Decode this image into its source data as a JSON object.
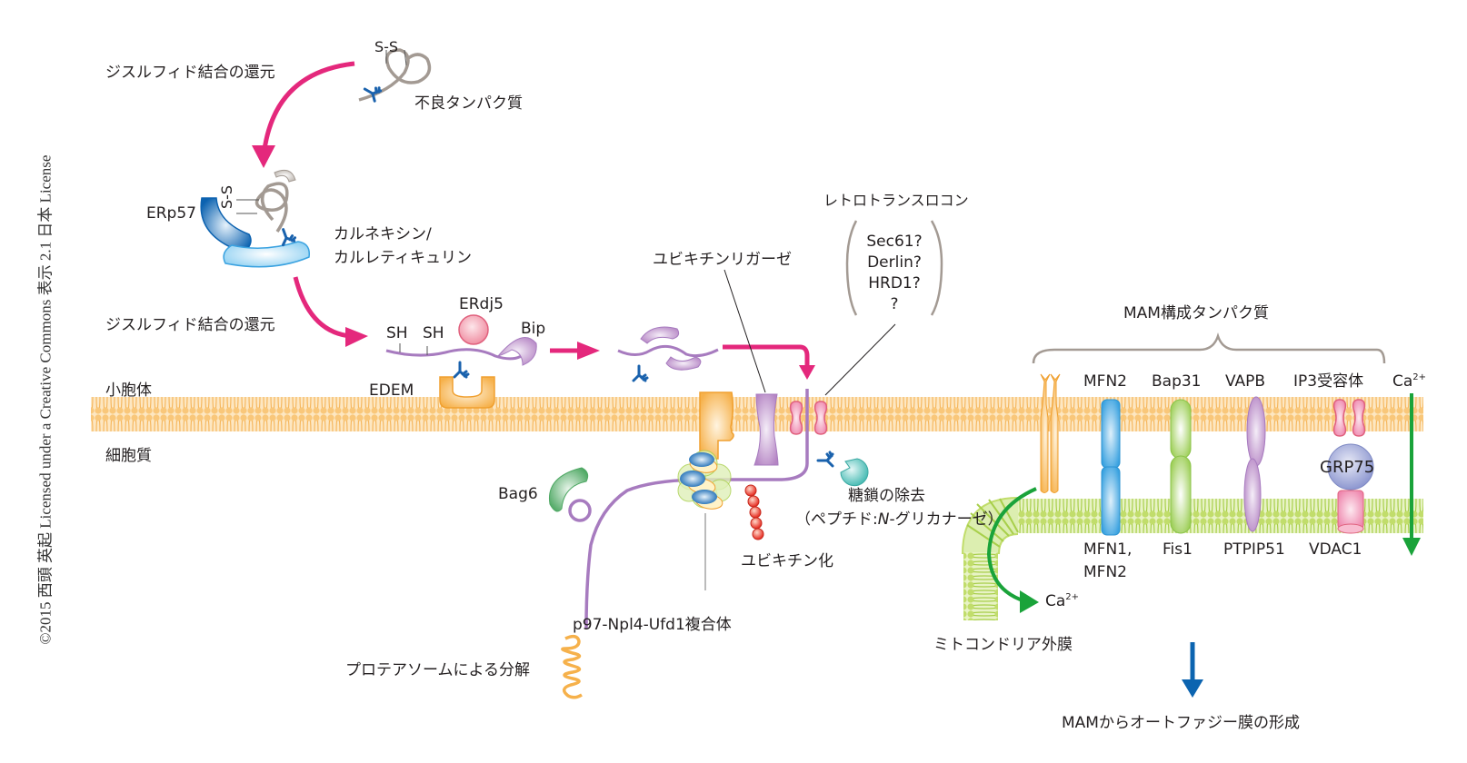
{
  "copyright": "©2015 西頭 英起 Licensed under a Creative Commons 表示 2.1 日本 License",
  "labels": {
    "disulfide_reduction_1": "ジスルフィド結合の還元",
    "disulfide_reduction_2": "ジスルフィド結合の還元",
    "misfolded_protein": "不良タンパク質",
    "ss_top": "S-S",
    "ss_middle": "S-S",
    "erp57": "ERp57",
    "calnexin": "カルネキシン/",
    "calreticulin": "カルレティキュリン",
    "erdj5": "ERdj5",
    "sh1": "SH",
    "sh2": "SH",
    "bip": "Bip",
    "edem": "EDEM",
    "er_lumen": "小胞体",
    "cytoplasm": "細胞質",
    "ubiquitin_ligase": "ユビキチンリガーゼ",
    "retrotranslocon": "レトロトランスロコン",
    "translocon_candidates": [
      "Sec61?",
      "Derlin?",
      "HRD1?",
      "?"
    ],
    "bag6": "Bag6",
    "deglycosylation": "糖鎖の除去",
    "pngase_prefix": "（ペプチド:",
    "pngase_italic": "N",
    "pngase_suffix": "-グリカナーゼ）",
    "ubiquitination": "ユビキチン化",
    "p97_complex": "p97-Npl4-Ufd1複合体",
    "proteasome_degradation": "プロテアソームによる分解",
    "mam_proteins": "MAM構成タンパク質",
    "mfn2_top": "MFN2",
    "bap31": "Bap31",
    "vapb": "VAPB",
    "ip3_receptor": "IP3受容体",
    "ca_top": "Ca",
    "ca_top_sup": "2+",
    "grp75": "GRP75",
    "mfn1_mfn2_line1": "MFN1,",
    "mfn1_mfn2_line2": "MFN2",
    "fis1": "Fis1",
    "ptpip51": "PTPIP51",
    "vdac1": "VDAC1",
    "ca_bottom": "Ca",
    "ca_bottom_sup": "2+",
    "mito_outer_membrane": "ミトコンドリア外膜",
    "autophagy_membrane": "MAMからオートファジー膜の形成"
  },
  "colors": {
    "magenta_arrow": "#e4287c",
    "green_arrow": "#1aa33a",
    "blue_arrow": "#0c64b0",
    "er_membrane": "#f9c77a",
    "mito_membrane": "#b5d65a",
    "protein_chain": "#a77bbf",
    "glycan": "#1a62ad",
    "misfolded": "#a39a93"
  }
}
